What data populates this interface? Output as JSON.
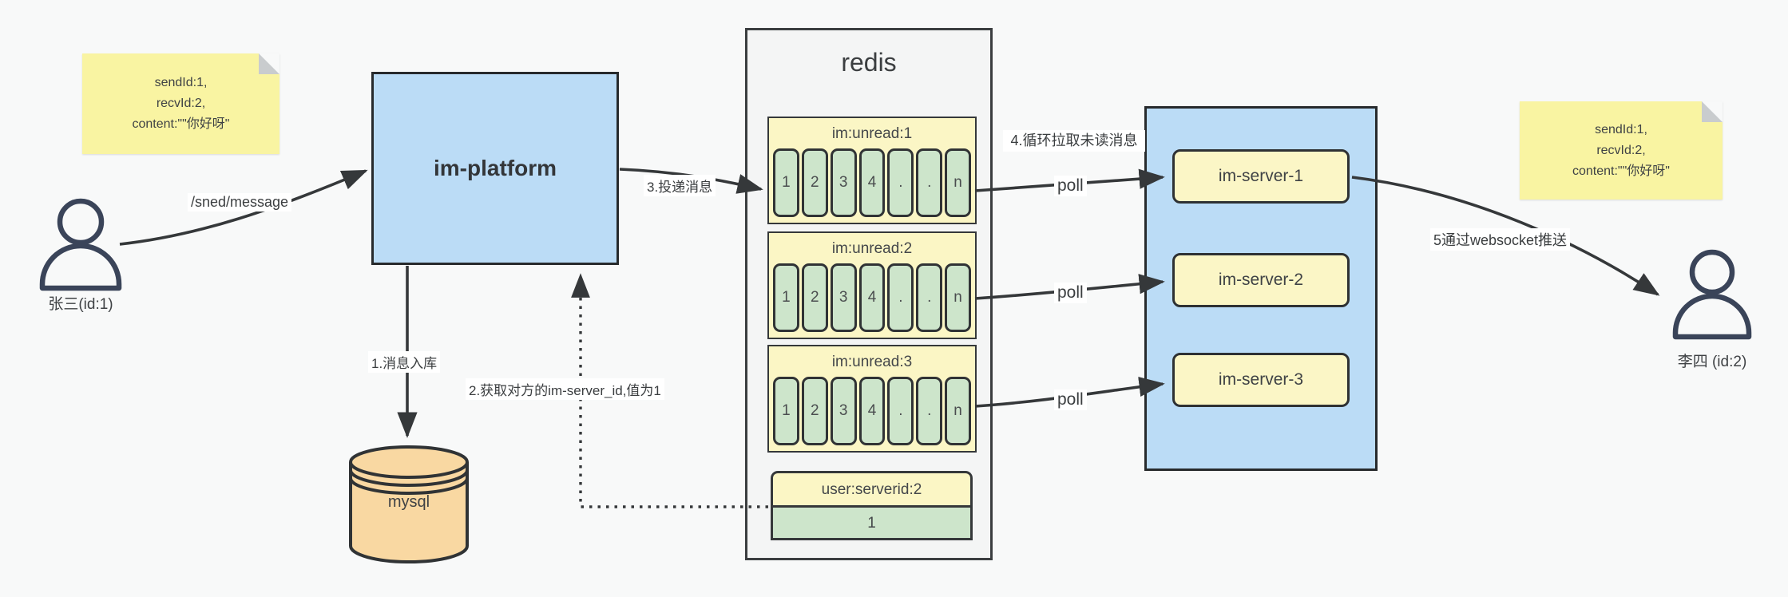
{
  "colors": {
    "canvas_bg": "#F8F9F9",
    "arrow": "#3B3E40",
    "platform_blue": "#BBDCF6",
    "note_yellow": "#F9F4A2",
    "pale_yellow": "#FBF6C5",
    "cell_green": "#CDE5CB",
    "mysql_orange": "#F9D8A2",
    "redis_bg": "#F4F5F5"
  },
  "actors": {
    "sender": {
      "label": "张三(id:1)"
    },
    "receiver": {
      "label": "李四 (id:2)"
    }
  },
  "notes": {
    "left": {
      "lines": [
        "sendId:1,",
        "recvId:2,",
        "content:\"\"你好呀\""
      ]
    },
    "right": {
      "lines": [
        "sendId:1,",
        "recvId:2,",
        "content:\"\"你好呀\""
      ]
    }
  },
  "platform": {
    "label": "im-platform"
  },
  "mysql": {
    "label": "mysql"
  },
  "redis": {
    "title": "redis",
    "groups": [
      {
        "header": "im:unread:1",
        "cells": [
          "1",
          "2",
          "3",
          "4",
          ".",
          ".",
          "n"
        ]
      },
      {
        "header": "im:unread:2",
        "cells": [
          "1",
          "2",
          "3",
          "4",
          ".",
          ".",
          "n"
        ]
      },
      {
        "header": "im:unread:3",
        "cells": [
          "1",
          "2",
          "3",
          "4",
          ".",
          ".",
          "n"
        ]
      }
    ],
    "kv": {
      "header": "user:serverid:2",
      "value": "1"
    }
  },
  "servers": {
    "items": [
      {
        "label": "im-server-1"
      },
      {
        "label": "im-server-2"
      },
      {
        "label": "im-server-3"
      }
    ]
  },
  "edges": {
    "send_label": "/sned/message",
    "store_label": "1.消息入库",
    "fetch_label": "2.获取对方的im-server_id,值为1",
    "deliver_label": "3.投递消息",
    "pull_label": "4.循环拉取未读消息",
    "poll1_label": "poll",
    "poll2_label": "poll",
    "poll3_label": "poll",
    "push_label": "5通过websocket推送"
  }
}
